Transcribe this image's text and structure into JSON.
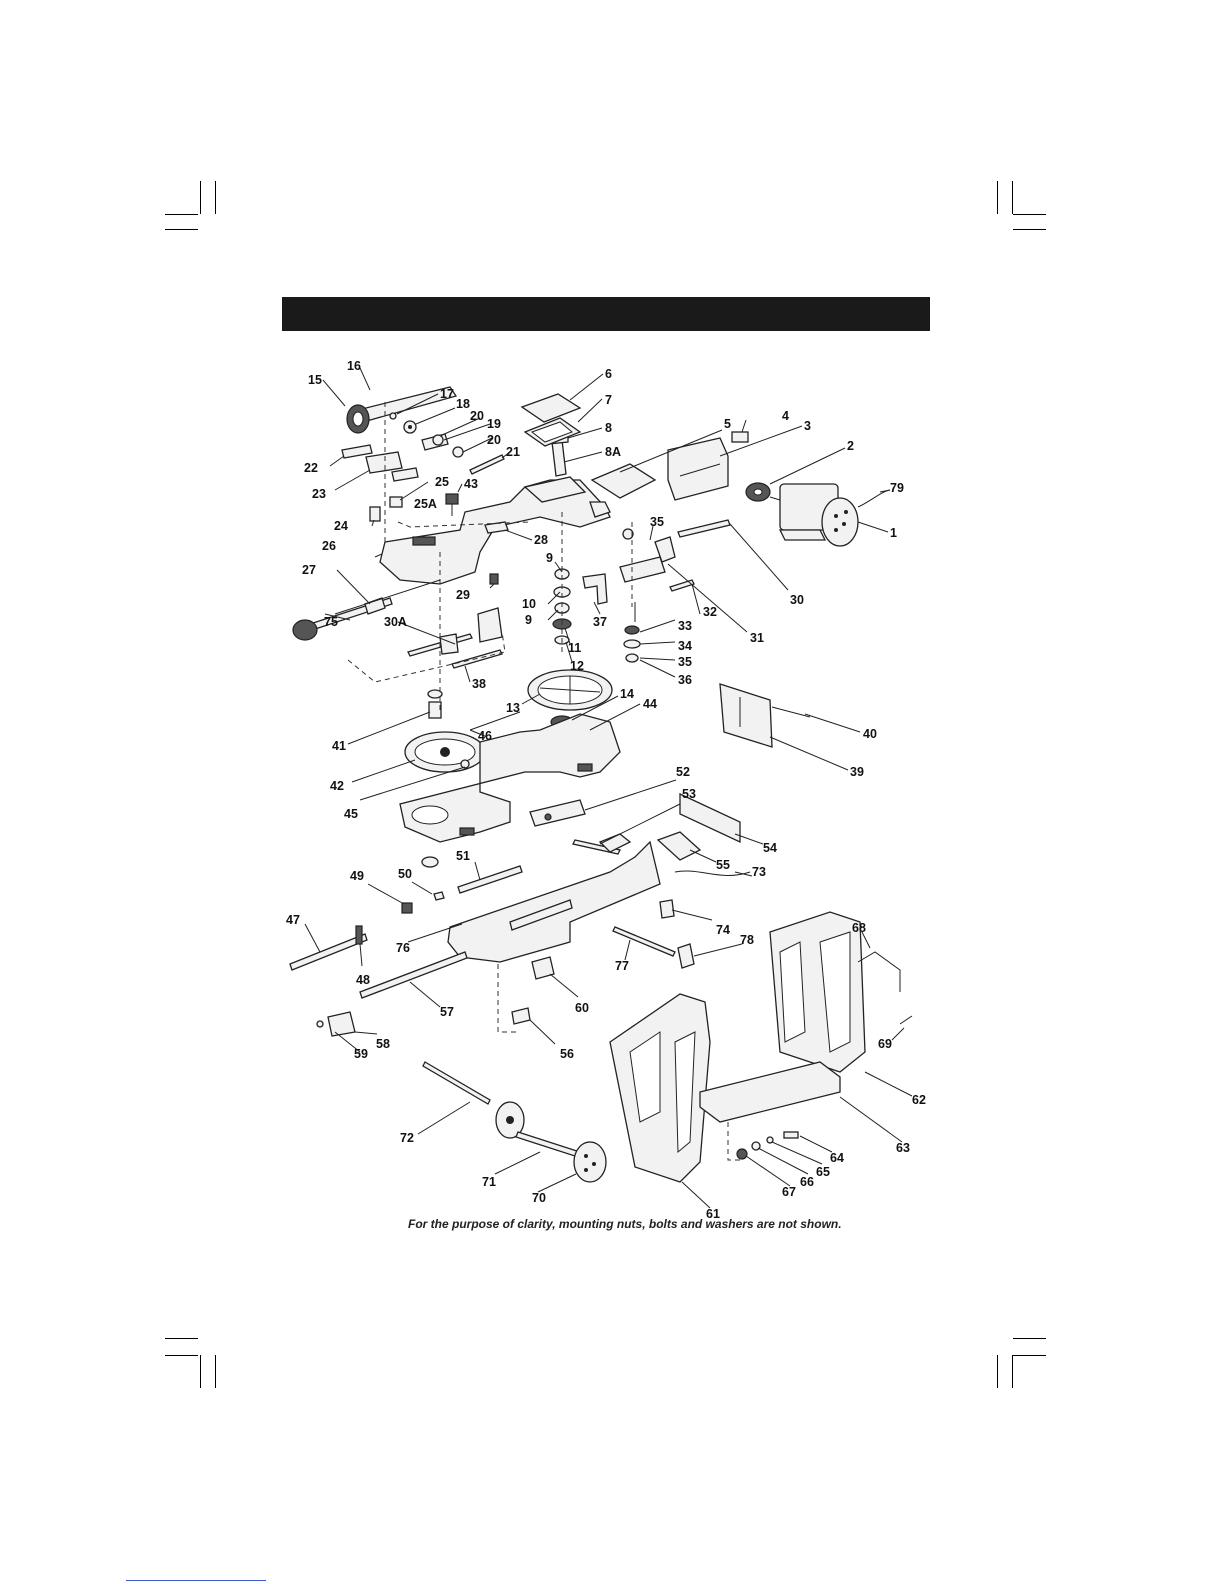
{
  "caption": "For the purpose of clarity, mounting nuts, bolts and washers are not shown.",
  "part_labels": {
    "p1": "1",
    "p2": "2",
    "p3": "3",
    "p4": "4",
    "p5": "5",
    "p6": "6",
    "p7": "7",
    "p8": "8",
    "p8a": "8A",
    "p9a": "9",
    "p9b": "9",
    "p10": "10",
    "p11": "11",
    "p12": "12",
    "p13": "13",
    "p14": "14",
    "p15": "15",
    "p16": "16",
    "p17": "17",
    "p18": "18",
    "p19": "19",
    "p20a": "20",
    "p20b": "20",
    "p21": "21",
    "p22": "22",
    "p23": "23",
    "p24": "24",
    "p25": "25",
    "p25a": "25A",
    "p26": "26",
    "p27": "27",
    "p28": "28",
    "p29": "29",
    "p30": "30",
    "p30a": "30A",
    "p31": "31",
    "p32": "32",
    "p33": "33",
    "p34": "34",
    "p35a": "35",
    "p35b": "35",
    "p36": "36",
    "p37": "37",
    "p38": "38",
    "p39": "39",
    "p40": "40",
    "p41": "41",
    "p42": "42",
    "p43": "43",
    "p44": "44",
    "p45": "45",
    "p46": "46",
    "p47": "47",
    "p48": "48",
    "p49": "49",
    "p50": "50",
    "p51": "51",
    "p52": "52",
    "p53": "53",
    "p54": "54",
    "p55": "55",
    "p56": "56",
    "p57": "57",
    "p58": "58",
    "p59": "59",
    "p60": "60",
    "p61": "61",
    "p62": "62",
    "p63": "63",
    "p64": "64",
    "p65": "65",
    "p66": "66",
    "p67": "67",
    "p68": "68",
    "p69": "69",
    "p70": "70",
    "p71": "71",
    "p72": "72",
    "p73": "73",
    "p74": "74",
    "p75": "75",
    "p76": "76",
    "p77": "77",
    "p78": "78",
    "p79": "79"
  }
}
